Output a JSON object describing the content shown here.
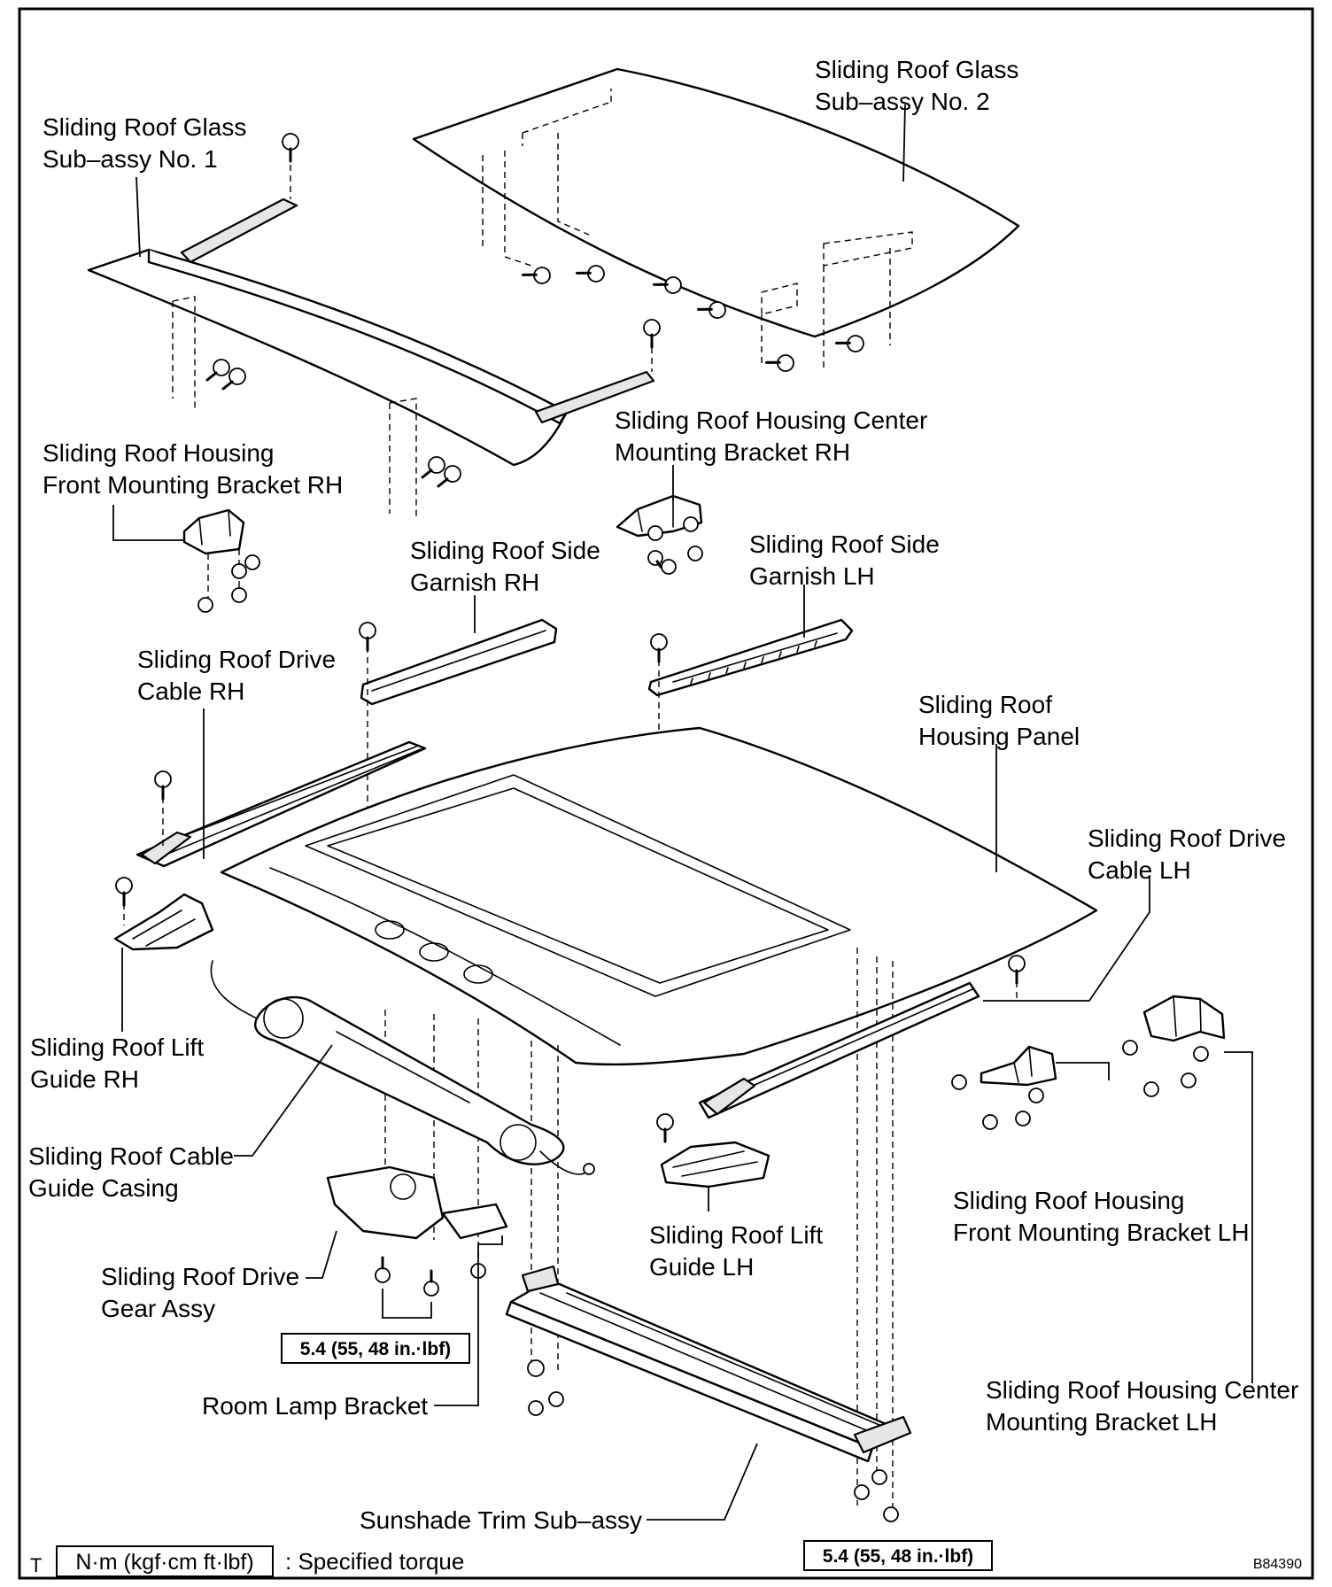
{
  "labels": {
    "glass_no1": [
      "Sliding Roof Glass",
      "Sub–assy No. 1"
    ],
    "glass_no2": [
      "Sliding Roof Glass",
      "Sub–assy No. 2"
    ],
    "housing_center_bracket_rh": [
      "Sliding Roof Housing Center",
      "Mounting Bracket RH"
    ],
    "housing_front_bracket_rh": [
      "Sliding Roof Housing",
      "Front Mounting Bracket RH"
    ],
    "side_garnish_rh": [
      "Sliding Roof Side",
      "Garnish RH"
    ],
    "side_garnish_lh": [
      "Sliding Roof Side",
      "Garnish LH"
    ],
    "drive_cable_rh": [
      "Sliding Roof Drive",
      "Cable RH"
    ],
    "housing_panel": [
      "Sliding Roof",
      "Housing Panel"
    ],
    "drive_cable_lh": [
      "Sliding Roof Drive",
      "Cable LH"
    ],
    "lift_guide_rh": [
      "Sliding Roof Lift",
      "Guide RH"
    ],
    "cable_guide_casing": [
      "Sliding Roof Cable",
      "Guide Casing"
    ],
    "drive_gear_assy": [
      "Sliding Roof Drive",
      "Gear Assy"
    ],
    "lift_guide_lh": [
      "Sliding Roof Lift",
      "Guide LH"
    ],
    "housing_front_bracket_lh": [
      "Sliding Roof Housing",
      "Front Mounting Bracket LH"
    ],
    "housing_center_bracket_lh": [
      "Sliding Roof Housing Center",
      "Mounting Bracket LH"
    ],
    "room_lamp_bracket": "Room Lamp Bracket",
    "sunshade_trim": "Sunshade Trim Sub–assy"
  },
  "torque": {
    "gear_assy": "5.4 (55, 48 in.·lbf)",
    "sunshade": "5.4 (55, 48 in.·lbf)"
  },
  "legend": {
    "prefix": "T",
    "unit_box": "N·m (kgf·cm ft·lbf)",
    "text": ": Specified torque"
  },
  "figure_id": "B84390"
}
